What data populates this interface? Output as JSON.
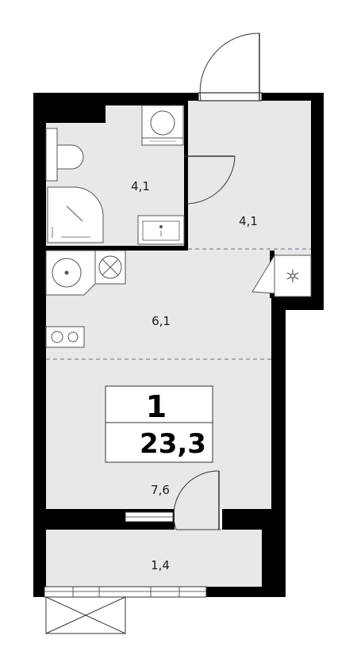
{
  "plan": {
    "room_count": "1",
    "total_area": "23,3",
    "rooms": [
      {
        "id": "bathroom",
        "area": "4,1"
      },
      {
        "id": "hallway",
        "area": "4,1"
      },
      {
        "id": "kitchen",
        "area": "6,1"
      },
      {
        "id": "living",
        "area": "7,6"
      },
      {
        "id": "balcony",
        "area": "1,4"
      }
    ]
  },
  "colors": {
    "wall": "#000000",
    "floor": "#e8e8ea",
    "fixture_stroke": "#555555",
    "background": "#ffffff"
  },
  "icons": [
    "toilet-icon",
    "shower-icon",
    "sink-icon",
    "washing-machine-icon",
    "stove-icon",
    "kitchen-sink-icon",
    "fan-icon",
    "door-icon",
    "window-icon"
  ]
}
